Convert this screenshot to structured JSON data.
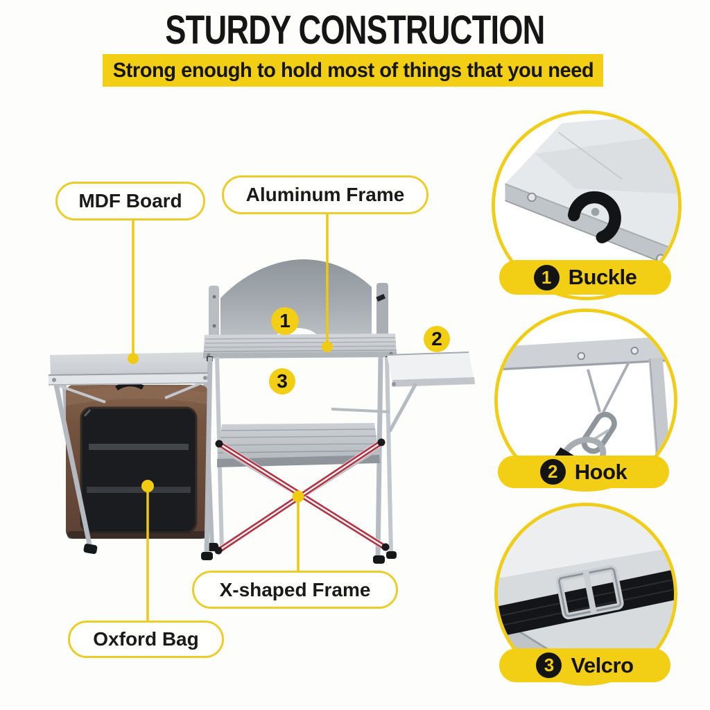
{
  "header": {
    "title": "STURDY CONSTRUCTION",
    "subtitle": "Strong enough to hold most of things that you need"
  },
  "callouts": [
    {
      "id": "mdf-board",
      "label": "MDF Board"
    },
    {
      "id": "aluminum-frame",
      "label": "Aluminum Frame"
    },
    {
      "id": "x-shaped-frame",
      "label": "X-shaped Frame"
    },
    {
      "id": "oxford-bag",
      "label": "Oxford Bag"
    }
  ],
  "markers": [
    {
      "number": "1"
    },
    {
      "number": "2"
    },
    {
      "number": "3"
    }
  ],
  "insets": [
    {
      "number": "1",
      "label": "Buckle"
    },
    {
      "number": "2",
      "label": "Hook"
    },
    {
      "number": "3",
      "label": "Velcro"
    }
  ],
  "colors": {
    "accent_yellow": "#F2CE14",
    "pill_border_yellow": "#EBCD2A",
    "title_black": "#151515",
    "bag_brown": "#74543F",
    "frame_red": "#B03445"
  }
}
